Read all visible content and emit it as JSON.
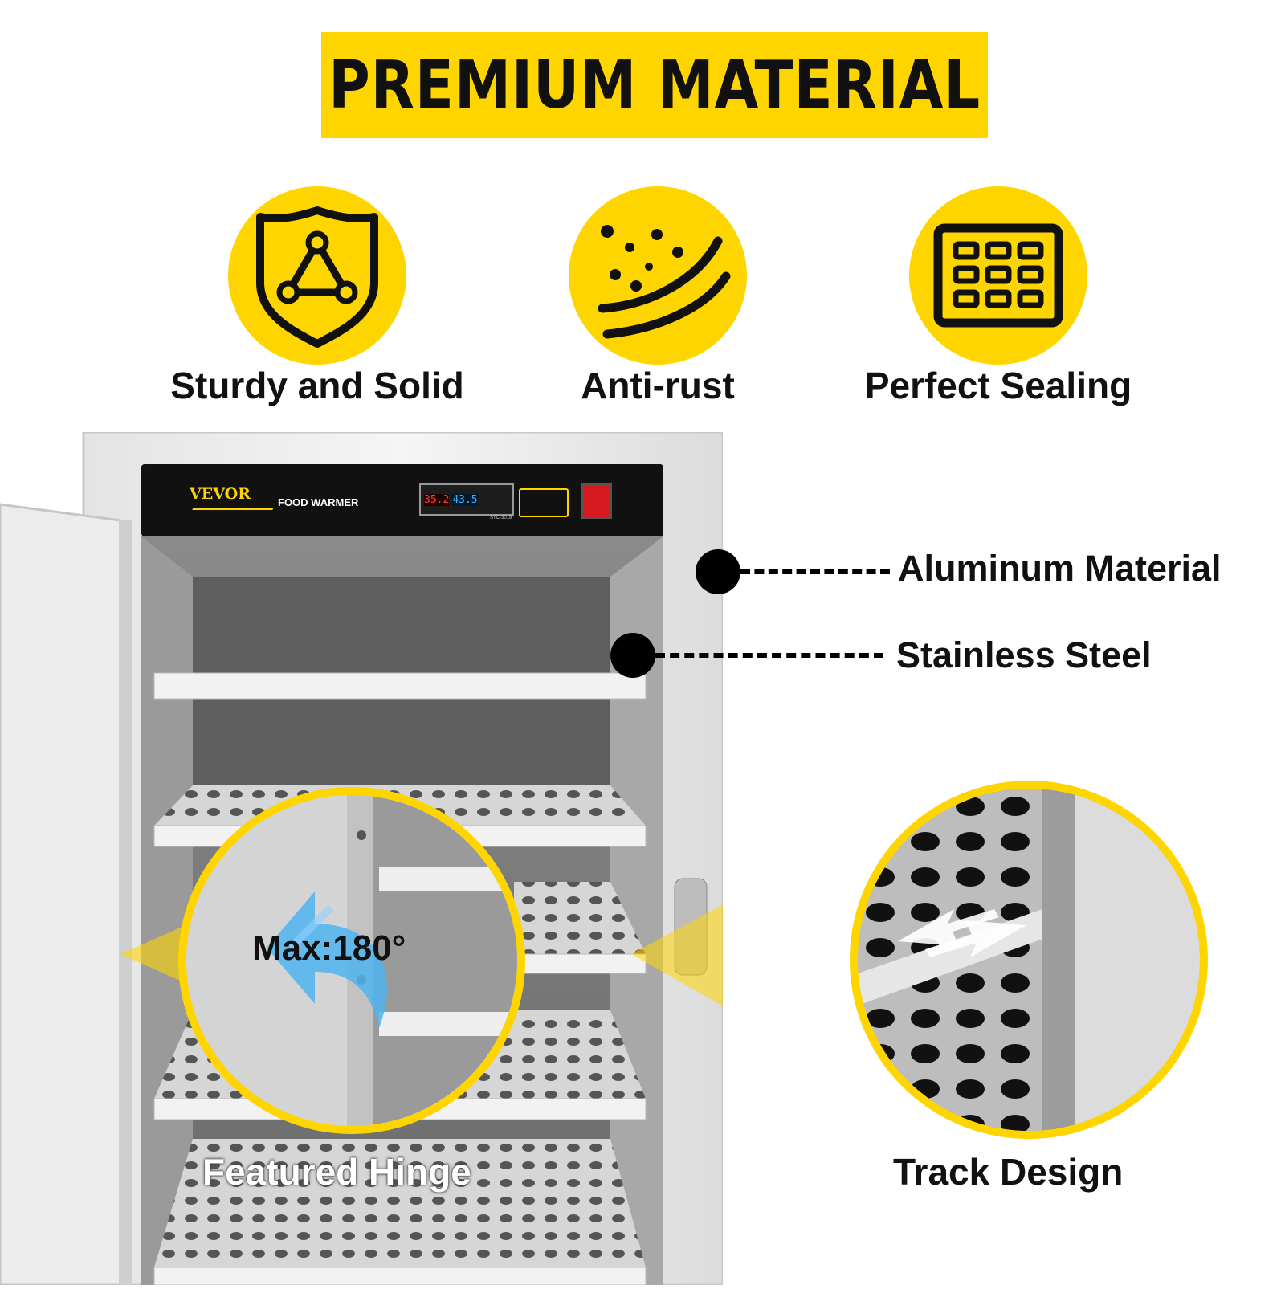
{
  "banner": {
    "title": "PREMIUM MATERIAL"
  },
  "features": [
    {
      "label": "Sturdy and Solid",
      "icon": "shield-icon"
    },
    {
      "label": "Anti-rust",
      "icon": "anti-rust-icon"
    },
    {
      "label": "Perfect Sealing",
      "icon": "sealing-grid-icon"
    }
  ],
  "product": {
    "brand": "VEVOR",
    "name": "FOOD WARMER",
    "display": {
      "left_value": "35.2",
      "right_value": "43.5",
      "model": "STC-3018"
    }
  },
  "callouts": {
    "aluminum": "Aluminum Material",
    "stainless": "Stainless Steel"
  },
  "hinge": {
    "max_label": "Max:180°",
    "caption": "Featured Hinge"
  },
  "track": {
    "caption": "Track Design"
  },
  "colors": {
    "accent": "#FFD500",
    "arrow_blue": "#4FB3F0",
    "text": "#111111"
  }
}
